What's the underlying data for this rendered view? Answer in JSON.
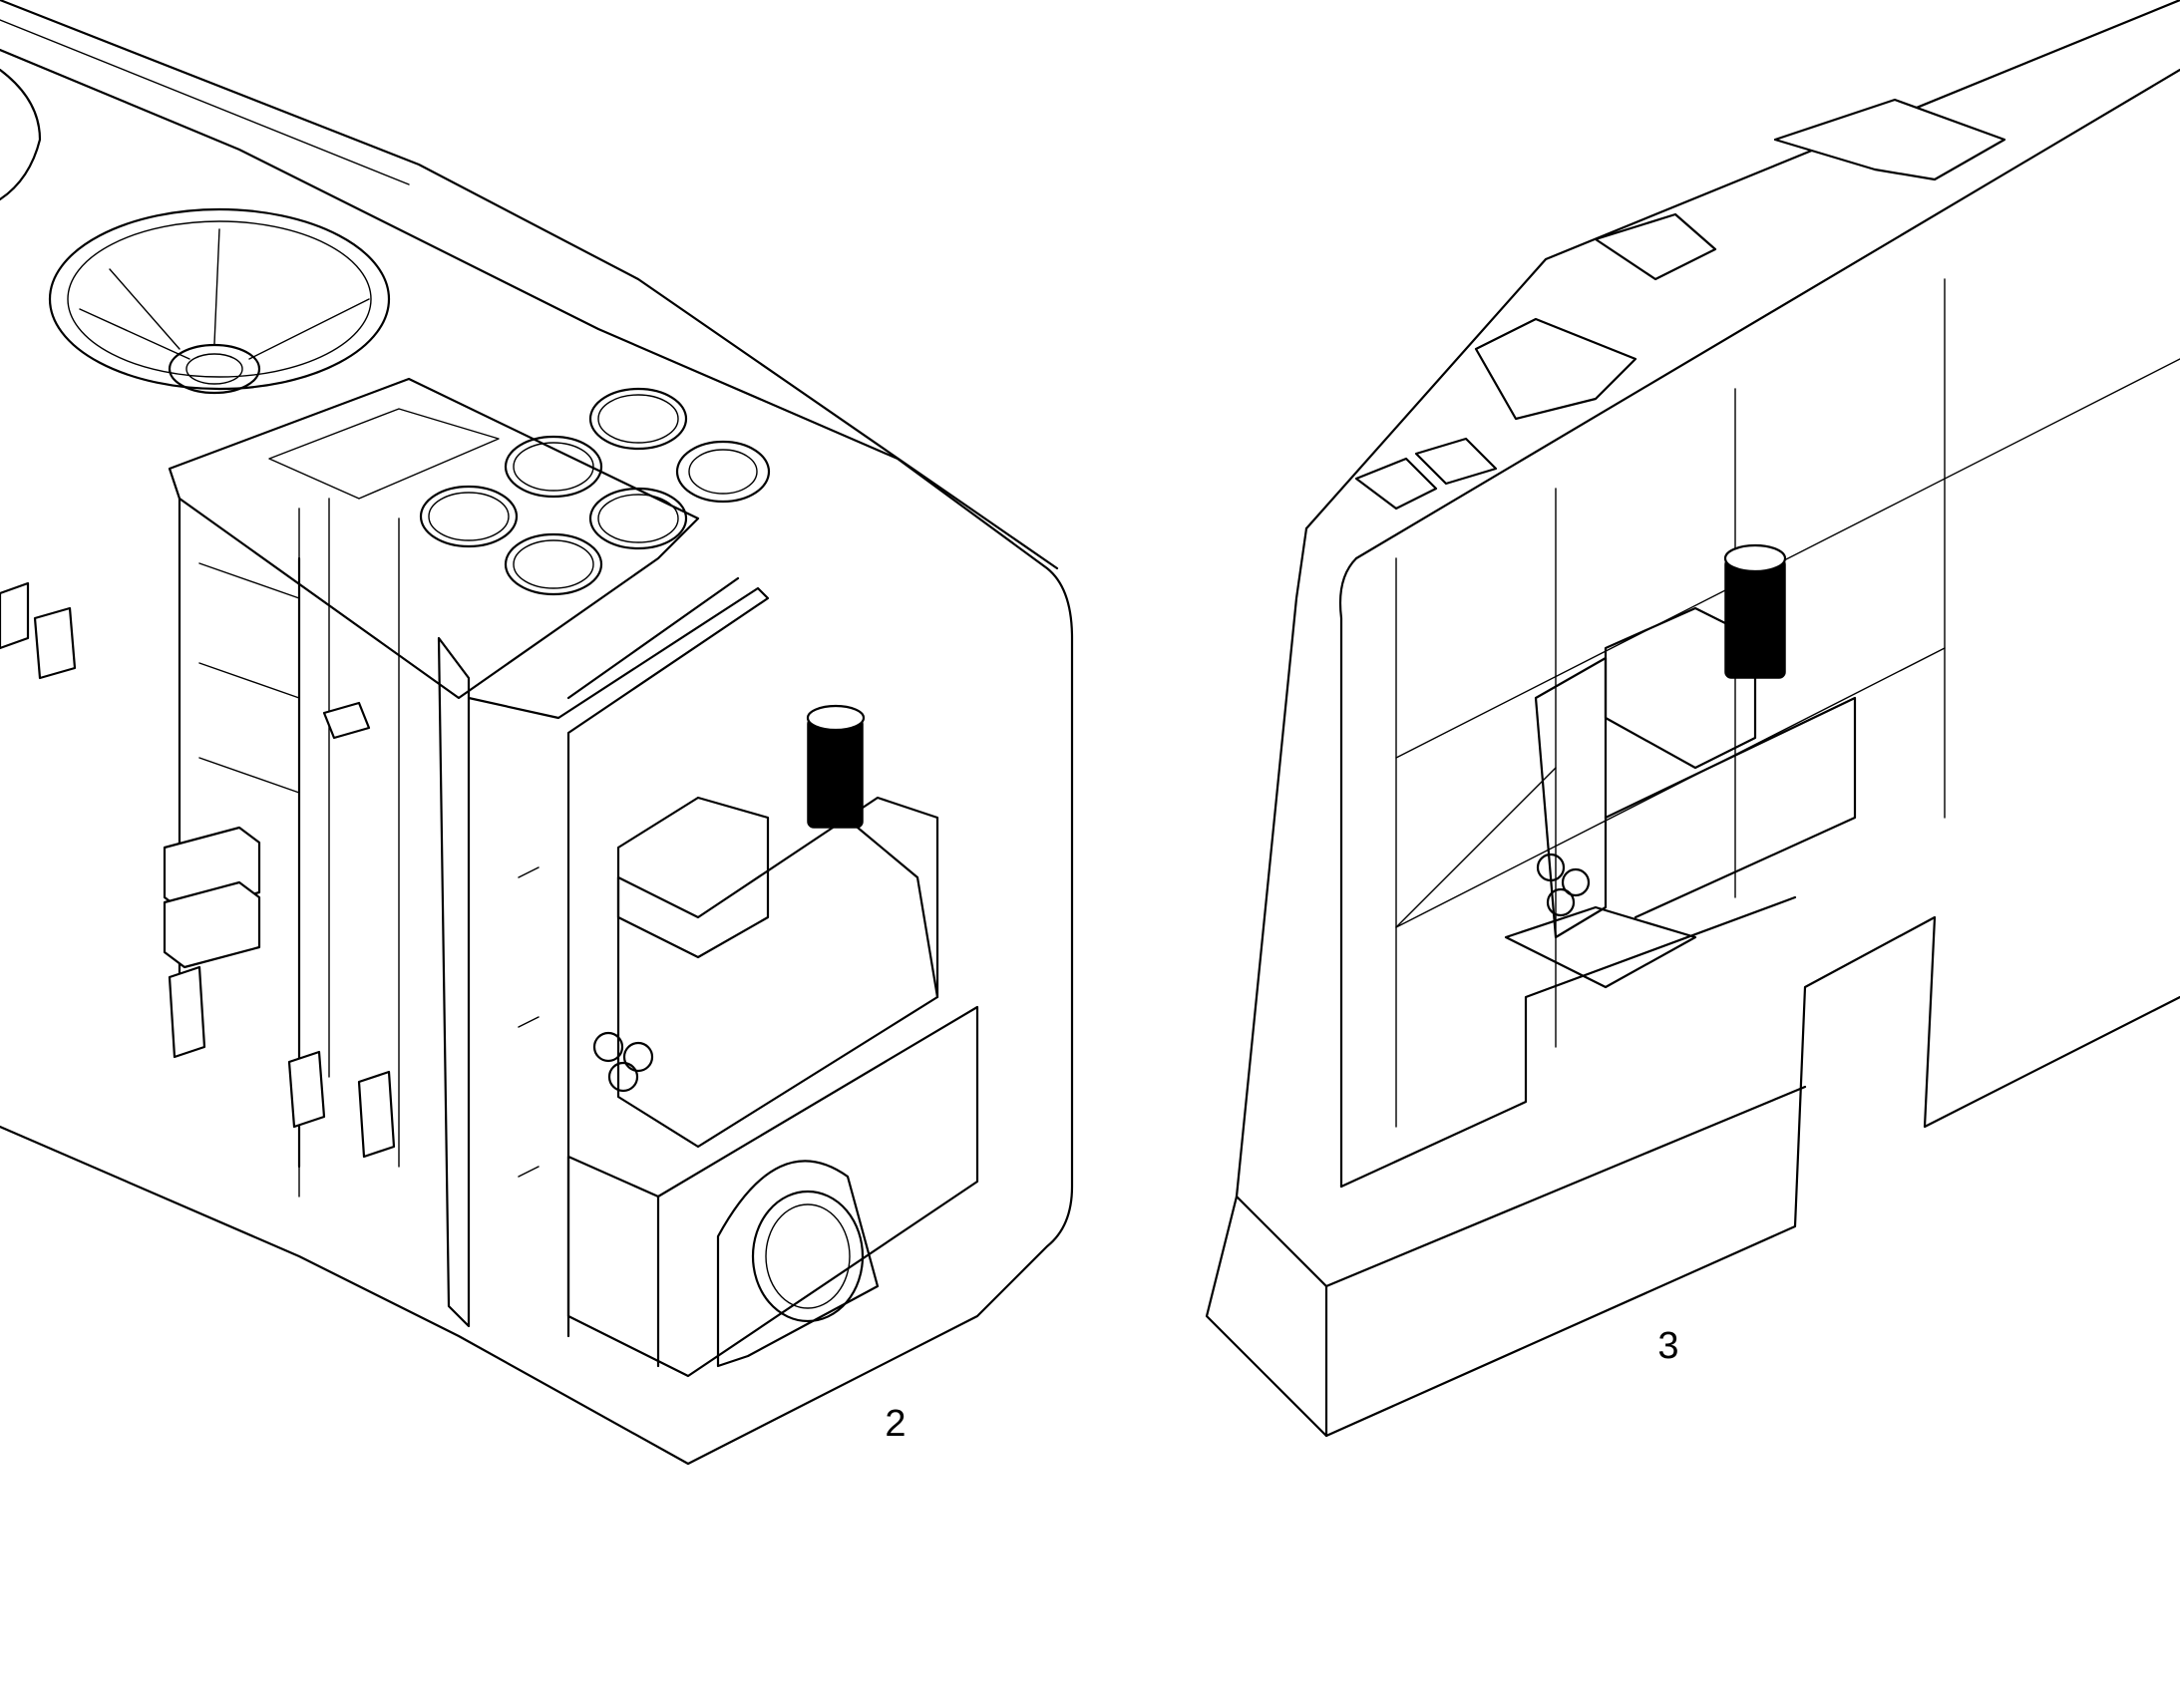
{
  "views": [
    {
      "id": "view-2",
      "label": "2"
    },
    {
      "id": "view-3",
      "label": "3"
    }
  ],
  "colors": {
    "line": "#000000",
    "background": "#ffffff"
  }
}
